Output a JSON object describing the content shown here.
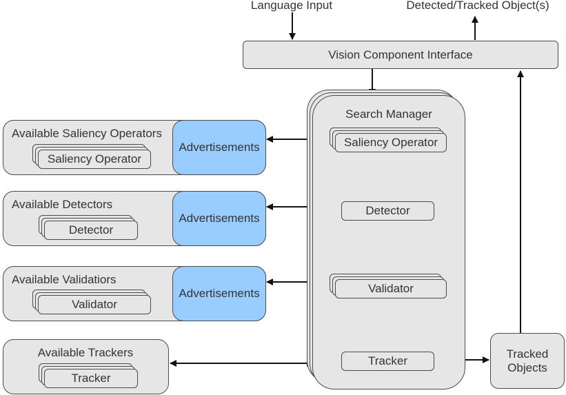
{
  "top": {
    "language_input": "Language Input",
    "detected_tracked": "Detected/Tracked Object(s)"
  },
  "vision_interface": "Vision Component Interface",
  "search_manager": {
    "title": "Search Manager",
    "saliency_operator": "Saliency Operator",
    "detector": "Detector",
    "validator": "Validator",
    "tracker": "Tracker"
  },
  "left_panels": {
    "saliency": {
      "title": "Available Saliency Operators",
      "item": "Saliency Operator",
      "advert": "Advertisements"
    },
    "detectors": {
      "title": "Available Detectors",
      "item": "Detector",
      "advert": "Advertisements"
    },
    "validators": {
      "title": "Available Validatiors",
      "item": "Validator",
      "advert": "Advertisements"
    },
    "trackers": {
      "title": "Available Trackers",
      "item": "Tracker"
    }
  },
  "tracked_objects": "Tracked Objects",
  "colors": {
    "box_fill": "#e6e6e6",
    "advert_fill": "#99ccff",
    "stroke": "#4a4a4a",
    "arrow": "#111111"
  }
}
